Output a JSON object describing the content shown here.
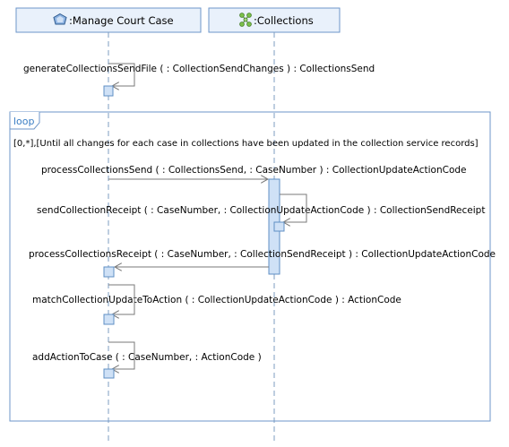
{
  "lifelines": [
    {
      "label": ":Manage Court Case",
      "icon": "component-icon"
    },
    {
      "label": ":Collections",
      "icon": "collaboration-icon"
    }
  ],
  "loop": {
    "tag": "loop",
    "guard": "[0,*],[Until all changes for each case in collections have been updated in the collection service records]"
  },
  "messages": [
    "generateCollectionsSendFile (  : CollectionSendChanges ) : CollectionsSend",
    "processCollectionsSend (  : CollectionsSend,  : CaseNumber ) : CollectionUpdateActionCode",
    "sendCollectionReceipt (  : CaseNumber,  : CollectionUpdateActionCode ) : CollectionSendReceipt",
    "processCollectionsReceipt (  : CaseNumber,  : CollectionSendReceipt ) : CollectionUpdateActionCode",
    "matchCollectionUpdateToAction (  : CollectionUpdateActionCode ) : ActionCode",
    "addActionToCase (  : CaseNumber,  : ActionCode )"
  ],
  "colors": {
    "lifeline_border": "#6d96c9",
    "activation_fill": "#cfe1f6",
    "loop_tag": "#3b7ec4",
    "message_line": "#7a7a7a"
  }
}
